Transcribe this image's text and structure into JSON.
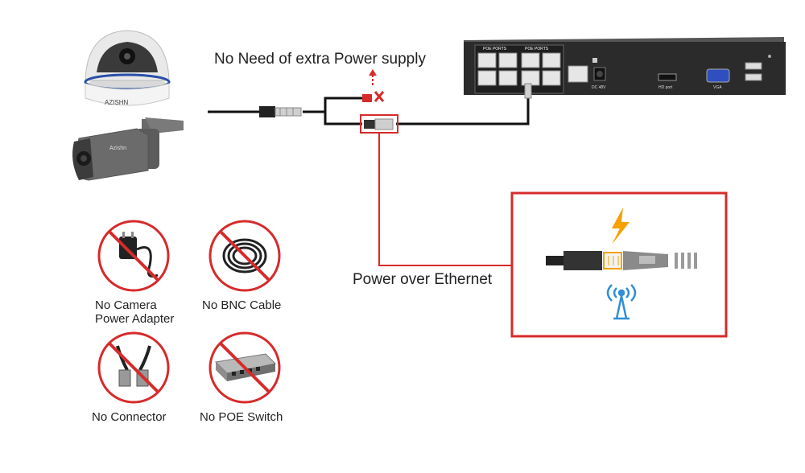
{
  "headline": "No Need of extra Power supply",
  "poe_label": "Power over Ethernet",
  "nvr": {
    "poe_ports_label_left": "POE PORTS",
    "poe_ports_label_right": "POE PORTS",
    "dc_label": "DC 48V",
    "hdmi_label": "HD port",
    "vga_label": "VGA"
  },
  "cameras": {
    "dome_brand": "AZISHN",
    "bullet_brand": "Azishn"
  },
  "prohibited": [
    {
      "line1": "No Camera",
      "line2": "Power Adapter"
    },
    {
      "line1": "No BNC Cable",
      "line2": ""
    },
    {
      "line1": "No Connector",
      "line2": ""
    },
    {
      "line1": "No POE Switch",
      "line2": ""
    }
  ],
  "colors": {
    "accent_red": "#d62b2b",
    "lightning": "#f5a100",
    "antenna_blue": "#2f8fd8"
  }
}
